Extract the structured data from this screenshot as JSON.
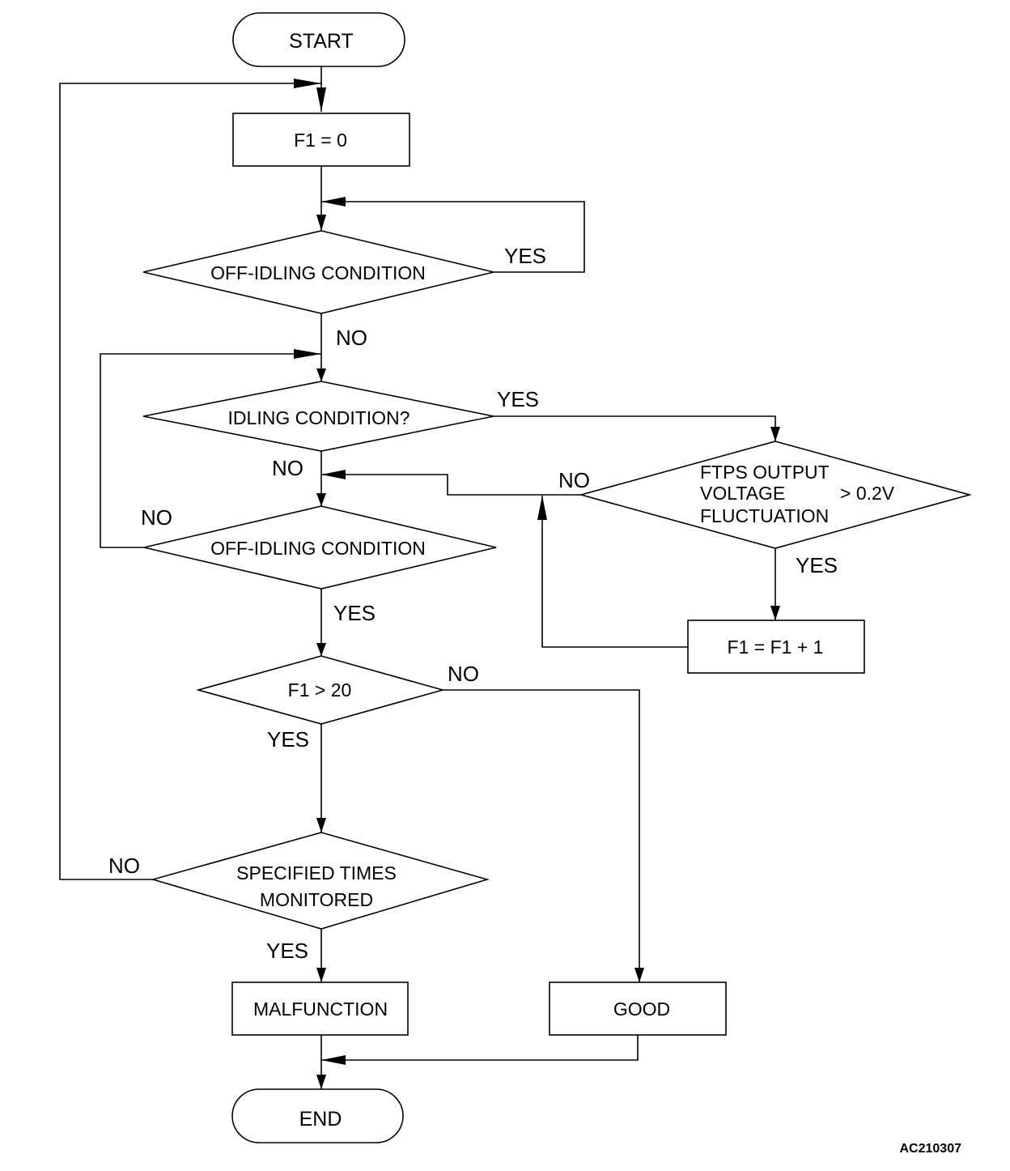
{
  "nodes": {
    "start": "START",
    "f1_reset": "F1 = 0",
    "off_idling_1": "OFF-IDLING CONDITION",
    "idling": "IDLING CONDITION?",
    "off_idling_2": "OFF-IDLING CONDITION",
    "ftps_line1": "FTPS OUTPUT",
    "ftps_line2": "VOLTAGE",
    "ftps_line2b": "> 0.2V",
    "ftps_line3": "FLUCTUATION",
    "f1_increment": "F1 = F1 + 1",
    "f1_compare": "F1 > 20",
    "specified_line1": "SPECIFIED TIMES",
    "specified_line2": "MONITORED",
    "malfunction": "MALFUNCTION",
    "good": "GOOD",
    "end": "END"
  },
  "edges": {
    "off1_yes": "YES",
    "off1_no": "NO",
    "idling_yes": "YES",
    "idling_no": "NO",
    "off2_no": "NO",
    "off2_yes": "YES",
    "ftps_no": "NO",
    "ftps_yes": "YES",
    "compare_no": "NO",
    "compare_yes": "YES",
    "specified_no": "NO",
    "specified_yes": "YES"
  },
  "figure_id": "AC210307"
}
